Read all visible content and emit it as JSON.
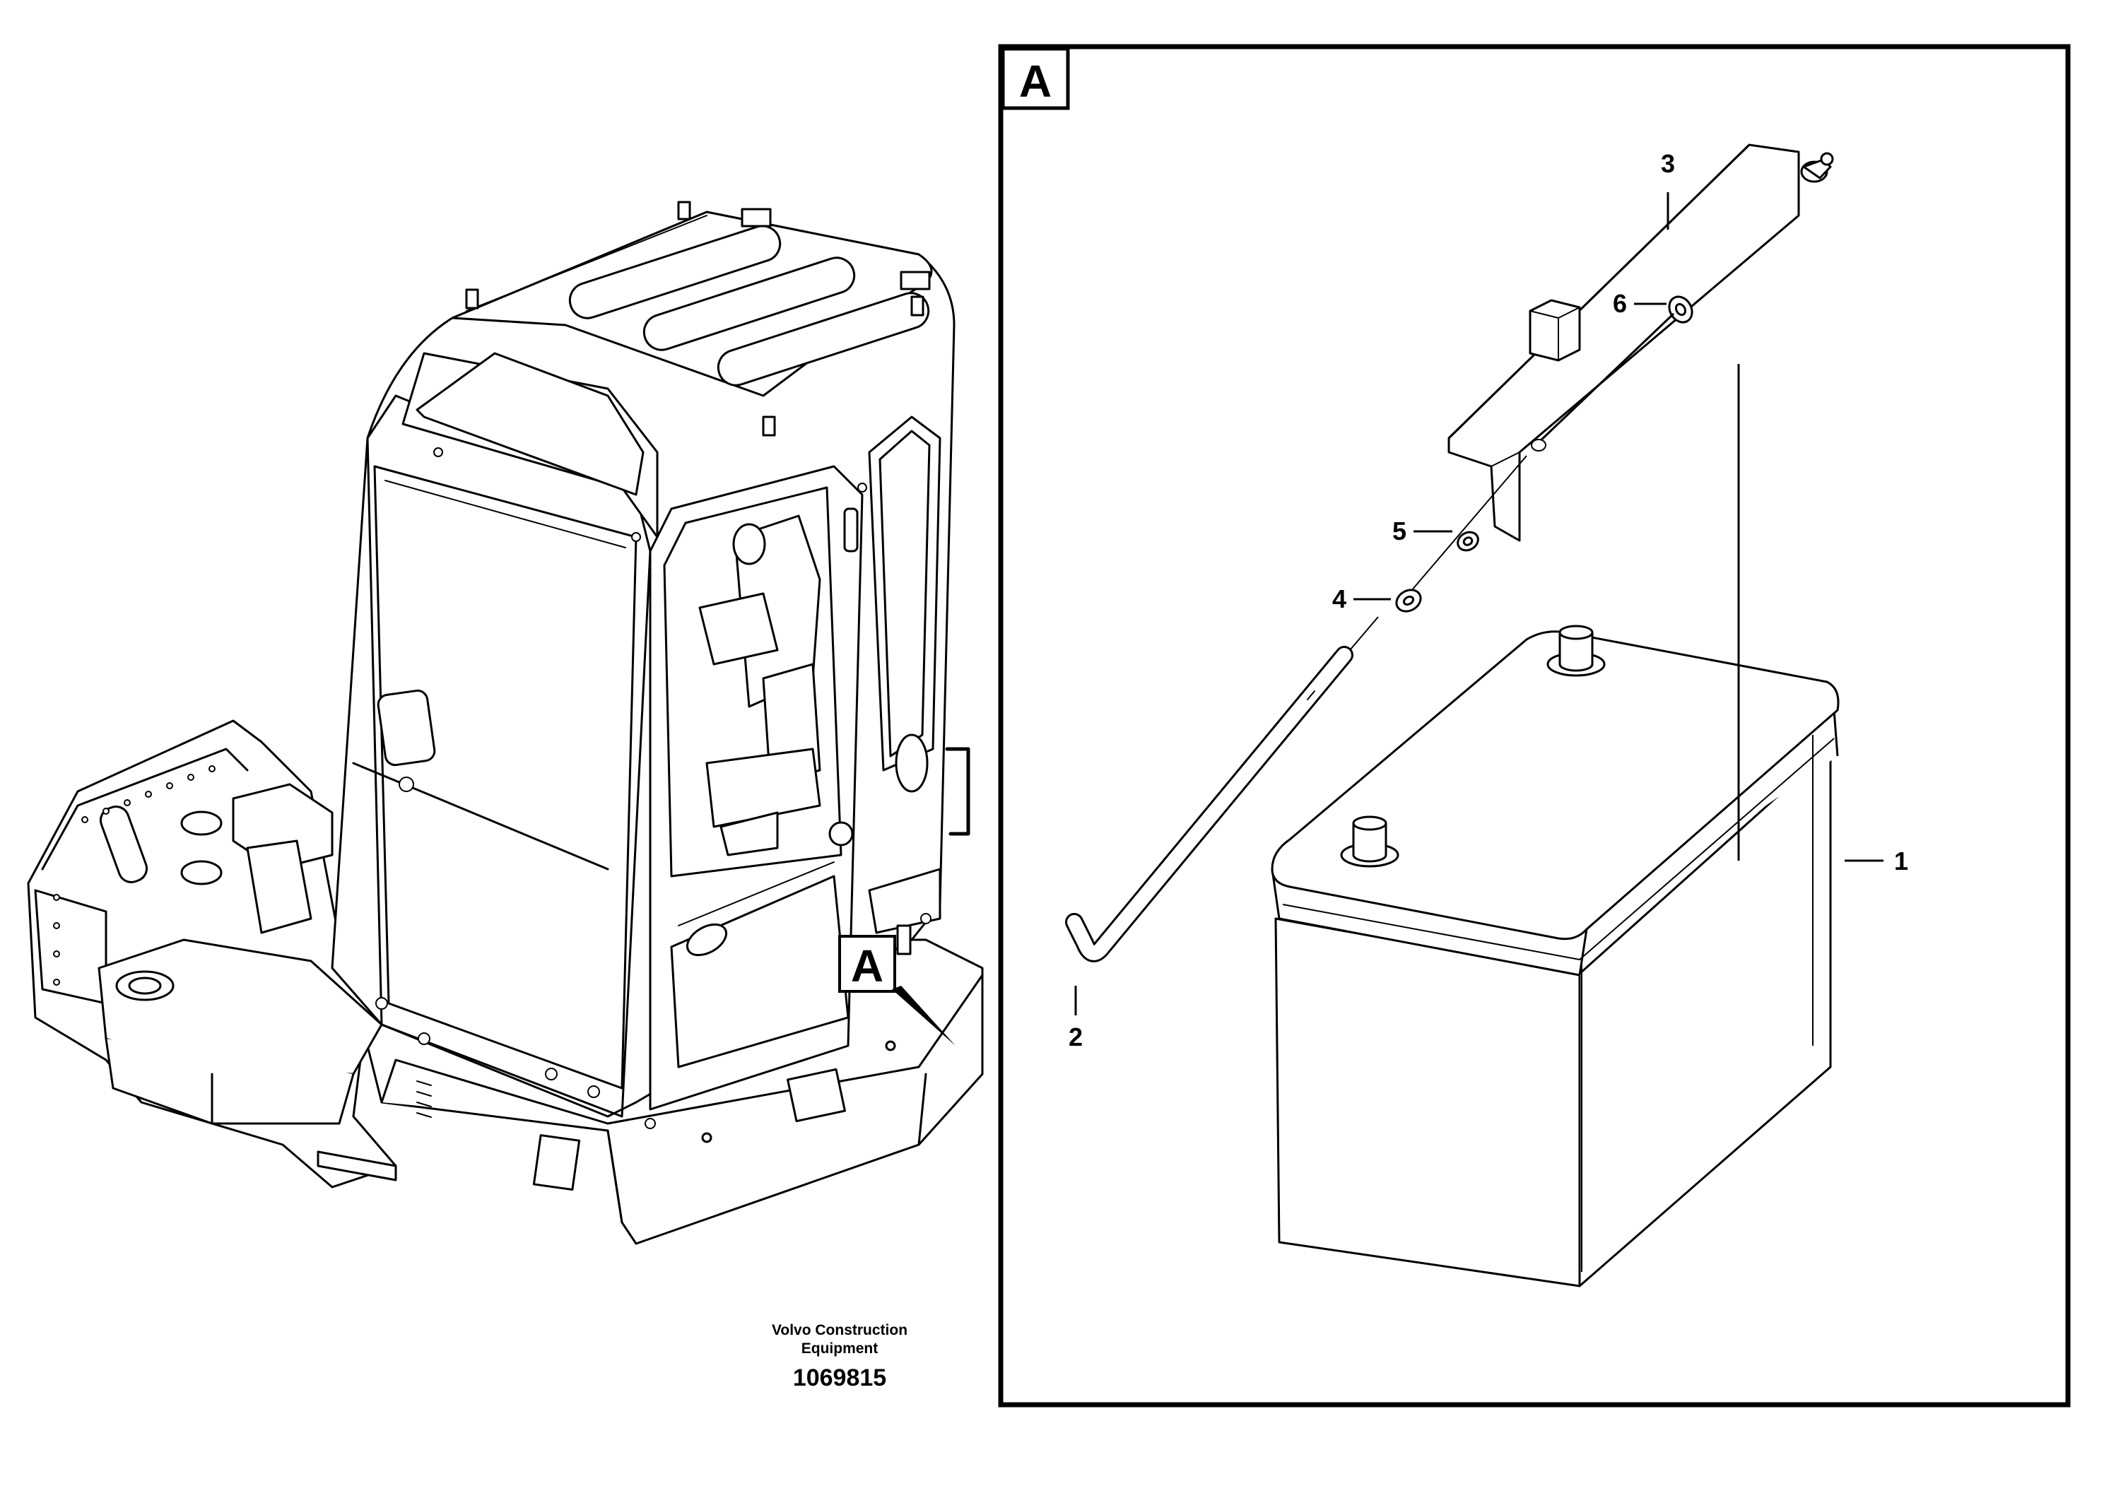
{
  "detail_view": {
    "label": "A"
  },
  "overview": {
    "view_marker": "A"
  },
  "parts": [
    {
      "number": "1",
      "name": "battery"
    },
    {
      "number": "2",
      "name": "vent-hose"
    },
    {
      "number": "3",
      "name": "bracket"
    },
    {
      "number": "4",
      "name": "washer"
    },
    {
      "number": "5",
      "name": "washer"
    },
    {
      "number": "6",
      "name": "nut"
    }
  ],
  "caption": {
    "company_line1": "Volvo Construction",
    "company_line2": "Equipment",
    "drawing_number": "1069815"
  }
}
